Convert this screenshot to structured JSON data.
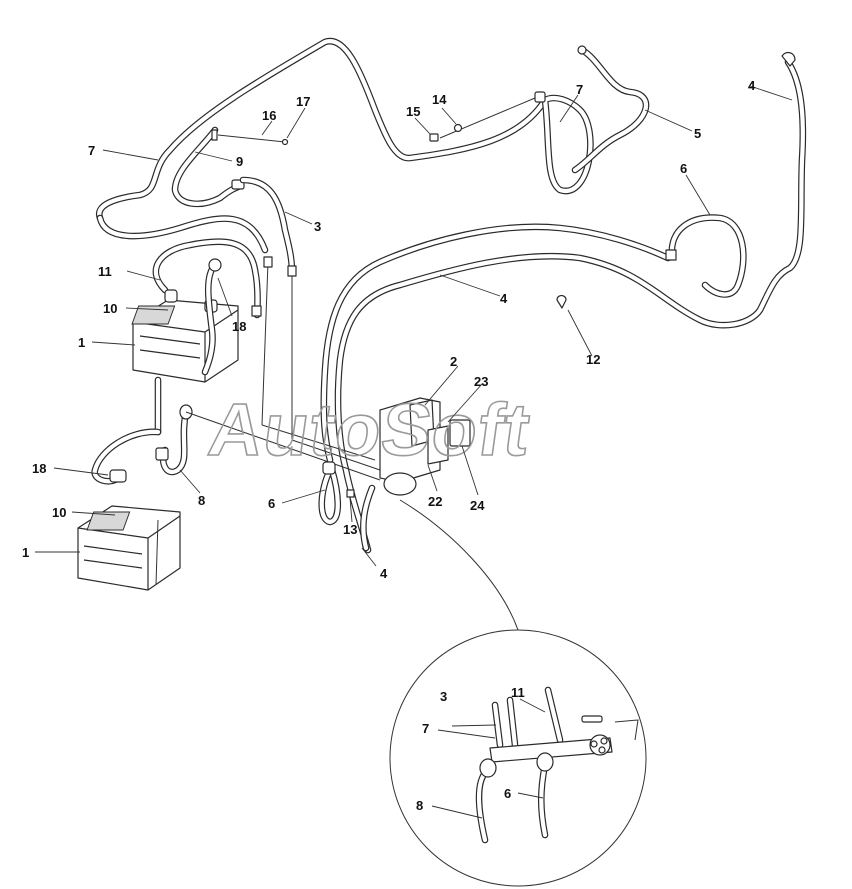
{
  "watermark": "AutoSoft",
  "callouts": {
    "c1_upper": "1",
    "c1_lower": "1",
    "c2": "2",
    "c3_main": "3",
    "c3_detail": "3",
    "c4_right": "4",
    "c4_mid": "4",
    "c4_low": "4",
    "c5": "5",
    "c6_right": "6",
    "c6_mid": "6",
    "c6_detail": "6",
    "c7_left": "7",
    "c7_top": "7",
    "c7_detail": "7",
    "c8_mid": "8",
    "c8_detail": "8",
    "c9": "9",
    "c10_upper": "10",
    "c10_lower": "10",
    "c11_main": "11",
    "c11_detail": "11",
    "c12": "12",
    "c13": "13",
    "c14": "14",
    "c15": "15",
    "c16": "16",
    "c17": "17",
    "c18_upper": "18",
    "c18_lower": "18",
    "c22": "22",
    "c23": "23",
    "c24": "24"
  }
}
